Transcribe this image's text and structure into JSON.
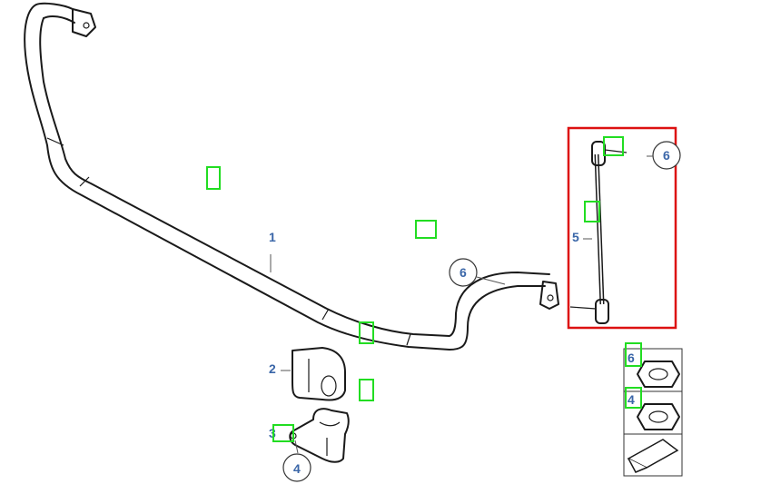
{
  "labels": {
    "bar": "1",
    "bushing": "2",
    "bracket": "3",
    "bracket_callout": "4",
    "link": "5",
    "link_callout": "6",
    "bar_callout": "6",
    "nut_a": "6",
    "nut_b": "4"
  },
  "colors": {
    "label_blue": "#3a66a8",
    "highlight_red": "#dd1111",
    "marker_green": "#22dd22"
  },
  "icons": [
    "nut-icon",
    "arrow-icon"
  ]
}
